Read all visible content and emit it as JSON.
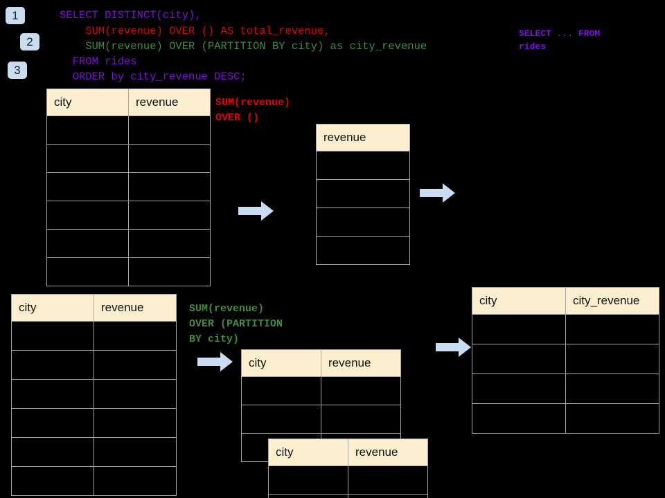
{
  "slide": {
    "title": "SQL window function diagram",
    "background_color": "#000000",
    "header_fill": "#FBEFD0",
    "grid_color": "#A6A6A6",
    "badge_fill": "#C9DCF0",
    "arrow_fill": "#C9DCF0"
  },
  "badges": [
    {
      "label": "1"
    },
    {
      "label": "2"
    },
    {
      "label": "3"
    }
  ],
  "query": {
    "line1": "SELECT DISTINCT(city),",
    "line2": "    SUM(revenue) OVER () AS total_revenue,",
    "line3": "    SUM(revenue) OVER (PARTITION BY city) as city_revenue",
    "line4": "  FROM rides",
    "line5": "  ORDER by city_revenue DESC;",
    "colors": {
      "select_line": "#7B10D8",
      "total_revenue_line": "#E30000",
      "city_revenue_line": "#3E8B41",
      "from_line": "#7B10D8",
      "order_line": "#7B10D8"
    }
  },
  "side_note": {
    "line1": "SELECT ... FROM",
    "line2": "rides"
  },
  "annotations": {
    "total_revenue": {
      "line1": "SUM(revenue)",
      "line2": "OVER ()",
      "color": "#E30000"
    },
    "city_revenue": {
      "line1": "SUM(revenue)",
      "line2": "OVER (PARTITION",
      "line3": "BY city)",
      "color": "#3E8B41"
    }
  },
  "tables": {
    "source_top": {
      "name": "rides-source-table-top",
      "columns": [
        "city",
        "revenue"
      ],
      "body_row_count": 6
    },
    "total_revenue_result": {
      "name": "total-revenue-table",
      "columns": [
        "revenue"
      ],
      "body_row_count": 4
    },
    "source_bottom": {
      "name": "rides-source-table-bottom",
      "columns": [
        "city",
        "revenue"
      ],
      "body_row_count": 6
    },
    "partition_back": {
      "name": "partition-table-back",
      "columns": [
        "city",
        "revenue"
      ],
      "body_row_count": 3
    },
    "partition_front": {
      "name": "partition-table-front",
      "columns": [
        "city",
        "revenue"
      ],
      "body_row_count": 2
    },
    "final_result": {
      "name": "final-result-table",
      "columns": [
        "city",
        "city_revenue"
      ],
      "body_row_count": 4
    }
  },
  "arrows": [
    {
      "name": "arrow-source-to-total"
    },
    {
      "name": "arrow-total-to-right"
    },
    {
      "name": "arrow-source-to-partition"
    },
    {
      "name": "arrow-partition-to-final"
    }
  ]
}
